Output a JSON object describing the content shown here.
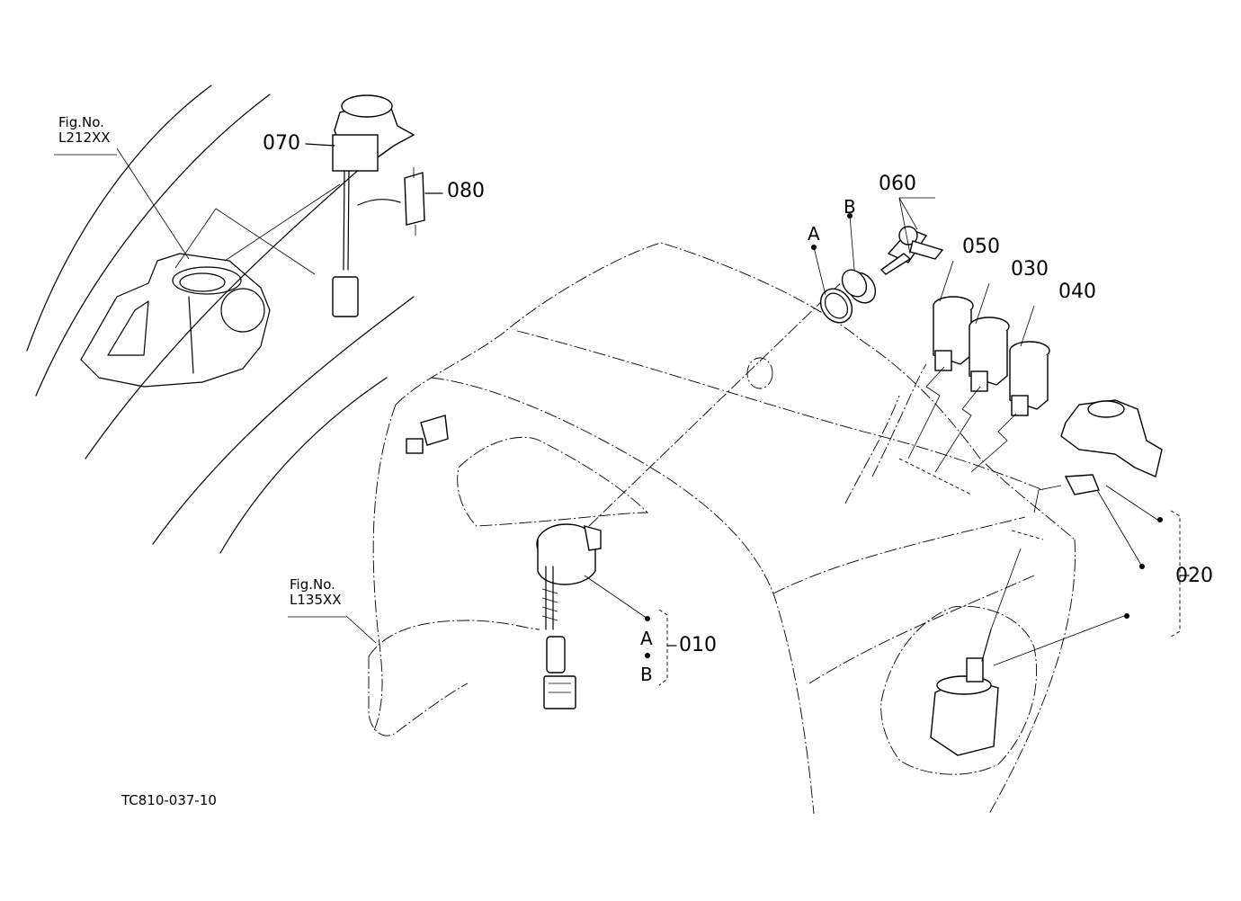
{
  "references": [
    {
      "line1": "Fig.No.",
      "line2": "L212XX"
    },
    {
      "line1": "Fig.No.",
      "line2": "L135XX"
    }
  ],
  "callouts": {
    "p010": "010",
    "p020": "020",
    "p030": "030",
    "p040": "040",
    "p050": "050",
    "p060": "060",
    "p070": "070",
    "p080": "080"
  },
  "letters": {
    "a_top": "A",
    "b_top": "B",
    "a_010": "A",
    "b_010": "B"
  },
  "drawing_code": "TC810-037-10"
}
